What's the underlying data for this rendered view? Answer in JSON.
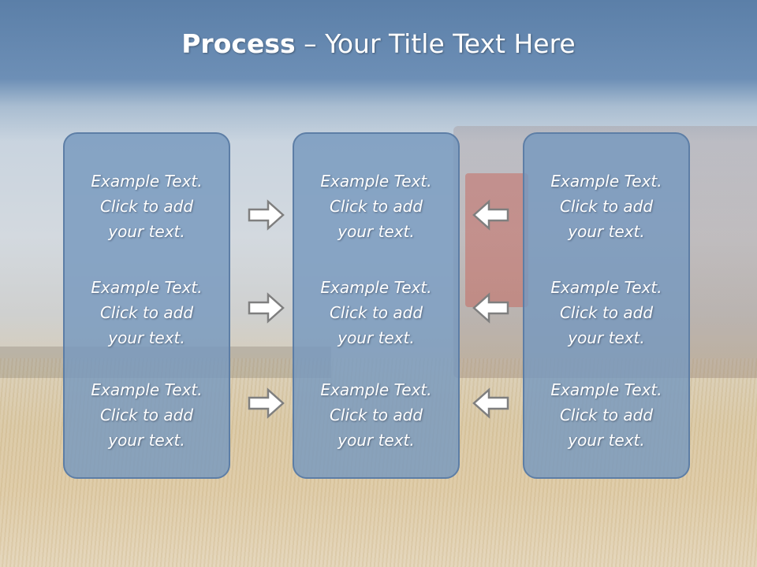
{
  "slide": {
    "title_bold": "Process",
    "title_rest": " – Your Title Text Here"
  },
  "columns": [
    {
      "items": [
        {
          "l1": "Example Text.",
          "l2": "Click  to add",
          "l3": "your text."
        },
        {
          "l1": "Example Text.",
          "l2": "Click  to add",
          "l3": "your text."
        },
        {
          "l1": "Example Text.",
          "l2": "Click  to add",
          "l3": "your text."
        }
      ]
    },
    {
      "items": [
        {
          "l1": "Example Text.",
          "l2": "Click  to add",
          "l3": "your text."
        },
        {
          "l1": "Example Text.",
          "l2": "Click  to add",
          "l3": "your text."
        },
        {
          "l1": "Example Text.",
          "l2": "Click  to add",
          "l3": "your text."
        }
      ]
    },
    {
      "items": [
        {
          "l1": "Example Text.",
          "l2": "Click  to add",
          "l3": "your text."
        },
        {
          "l1": "Example Text.",
          "l2": "Click  to add",
          "l3": "your text."
        },
        {
          "l1": "Example Text.",
          "l2": "Click  to add",
          "l3": "your text."
        }
      ]
    }
  ],
  "arrows": {
    "left_group": "arrow-right-icon",
    "right_group": "arrow-left-icon",
    "fill": "#ffffff",
    "stroke": "#7f7f7f"
  },
  "colors": {
    "box_fill": "#7698be",
    "box_border": "#5d7ea6",
    "title_bar": "#5b7fa8"
  }
}
